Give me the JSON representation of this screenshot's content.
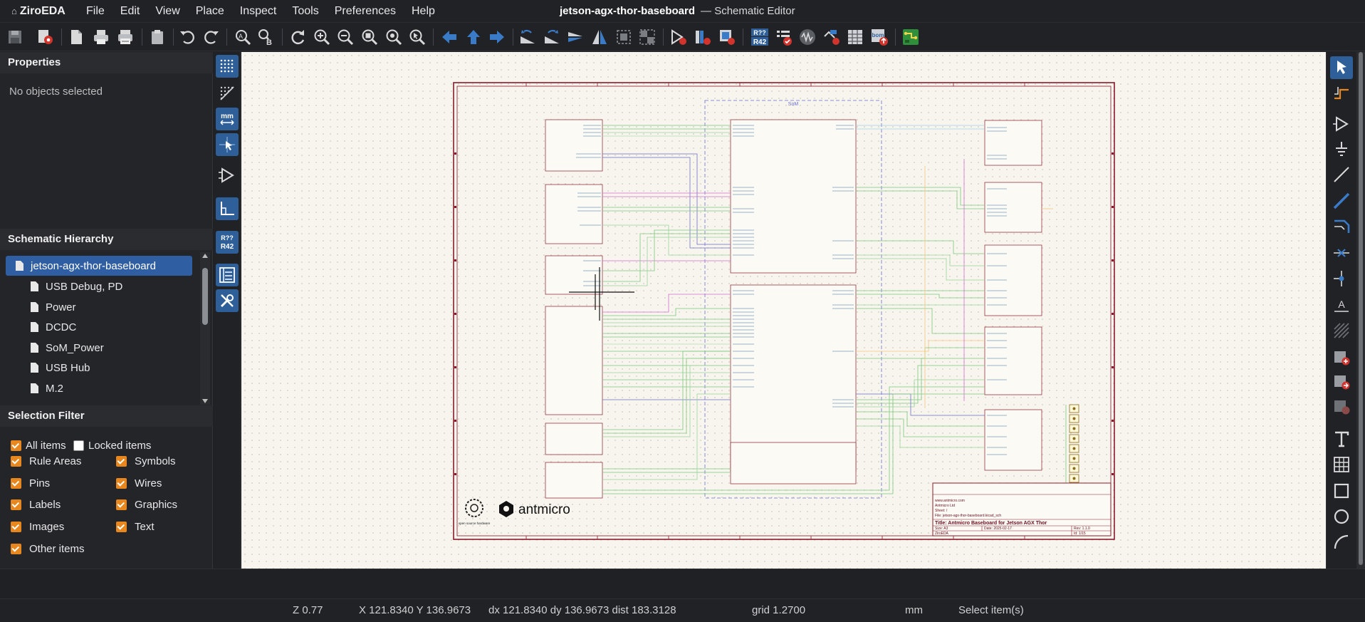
{
  "app": {
    "name": "ZiroEDA",
    "glyph": "⌂"
  },
  "window": {
    "project": "jetson-agx-thor-baseboard",
    "editor": "— Schematic Editor"
  },
  "menu": [
    "File",
    "Edit",
    "View",
    "Place",
    "Inspect",
    "Tools",
    "Preferences",
    "Help"
  ],
  "properties": {
    "title": "Properties",
    "empty_text": "No objects selected"
  },
  "hierarchy": {
    "title": "Schematic Hierarchy",
    "root": "jetson-agx-thor-baseboard",
    "items": [
      "USB Debug, PD",
      "Power",
      "DCDC",
      "SoM_Power",
      "USB Hub",
      "M.2"
    ]
  },
  "selection_filter": {
    "title": "Selection Filter",
    "all_items": {
      "label": "All items",
      "checked": true
    },
    "locked_items": {
      "label": "Locked items",
      "checked": false
    },
    "filters": [
      {
        "label": "Rule Areas",
        "checked": true
      },
      {
        "label": "Symbols",
        "checked": true
      },
      {
        "label": "Pins",
        "checked": true
      },
      {
        "label": "Wires",
        "checked": true
      },
      {
        "label": "Labels",
        "checked": true
      },
      {
        "label": "Graphics",
        "checked": true
      },
      {
        "label": "Images",
        "checked": true
      },
      {
        "label": "Text",
        "checked": true
      },
      {
        "label": "Other items",
        "checked": true
      }
    ]
  },
  "left_strip": {
    "units_label": "mm",
    "annotate_top": "R??",
    "annotate_bottom": "R42"
  },
  "toolbar": {
    "annotate_top": "R??",
    "annotate_bottom": "R42",
    "bom_label": "bom"
  },
  "schematic": {
    "top_sheet_label": "SoM",
    "title_block": {
      "website": "www.antmicro.com",
      "company": "Antmicro Ltd",
      "sheet": "Sheet: /",
      "file": "File: jetson-agx-thor-baseboard.kicad_sch",
      "title": "Title: Antmicro Baseboard for Jetson AGX Thor",
      "size": "Size: A3",
      "date": "Date: 2025-02-17",
      "rev": "Rev: 1.1.0",
      "tool": "ZiroEDA",
      "id": "Id: 1/15"
    },
    "logos": {
      "oshw": "open source hardware",
      "antmicro": "antmicro"
    }
  },
  "status": {
    "zoom": "Z 0.77",
    "cursor": "X 121.8340 Y 136.9673",
    "delta": "dx 121.8340 dy 136.9673 dist 183.3128",
    "grid": "grid 1.2700",
    "units": "mm",
    "message": "Select item(s)"
  },
  "colors": {
    "accent": "#2e5f99",
    "selection": "#2f5ea3",
    "checkbox": "#e8871e",
    "sheet_border": "#8b1a2b",
    "canvas": "#f7f5ee"
  }
}
